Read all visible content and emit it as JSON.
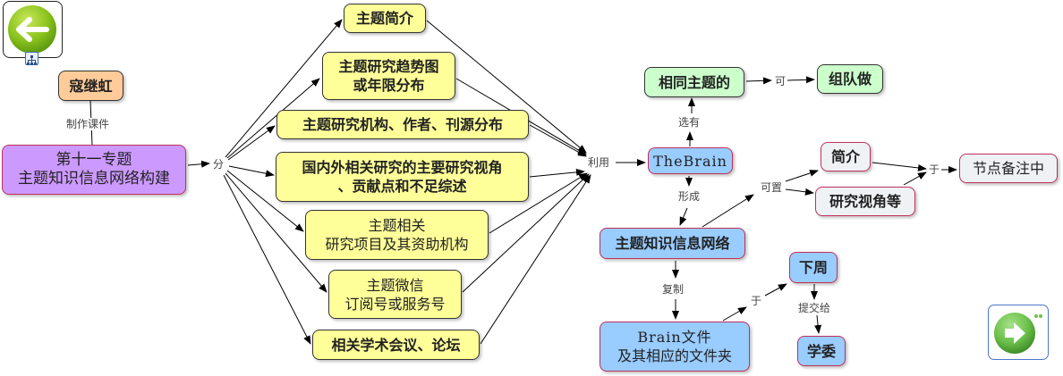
{
  "nav": {
    "back_button": {
      "icon": "arrow-left-icon",
      "color": "#7ab800"
    },
    "forward_button": {
      "icon": "arrow-right-icon",
      "color": "#6cc24a"
    },
    "map_icon": "hierarchy-icon"
  },
  "nodes": {
    "author": "寇继虹",
    "topic_line1": "第十一专题",
    "topic_line2": "主题知识信息网络构建",
    "intro": "主题简介",
    "trend_line1": "主题研究趋势图",
    "trend_line2": "或年限分布",
    "institutions": "主题研究机构、作者、刊源分布",
    "review_line1": "国内外相关研究的主要研究视角",
    "review_line2": "、贡献点和不足综述",
    "projects_line1": "主题相关",
    "projects_line2": "研究项目及其资助机构",
    "wechat_line1": "主题微信",
    "wechat_line2": "订阅号或服务号",
    "conference": "相关学术会议、论坛",
    "thebrain": "TheBrain",
    "same_topic": "相同主题的",
    "team": "组队做",
    "brief": "简介",
    "perspectives": "研究视角等",
    "node_notes": "节点备注中",
    "network": "主题知识信息网络",
    "next_week": "下周",
    "committee": "学委",
    "brainfile_line1": "Brain文件",
    "brainfile_line2": "及其相应的文件夹"
  },
  "edge_labels": {
    "make_courseware": "制作课件",
    "divide": "分",
    "utilize": "利用",
    "select": "选有",
    "can": "可",
    "form": "形成",
    "can_place": "可置",
    "in": "于",
    "copy": "复制",
    "at": "于",
    "submit_to": "提交给"
  },
  "colors": {
    "yellow_node": "#ffff99",
    "purple_node": "#cc99ff",
    "orange_node": "#ffcc99",
    "green_node": "#ccffcc",
    "blue_node": "#99ccff",
    "grey_node": "#eef2f5",
    "node_border_red": "#c0305a"
  }
}
